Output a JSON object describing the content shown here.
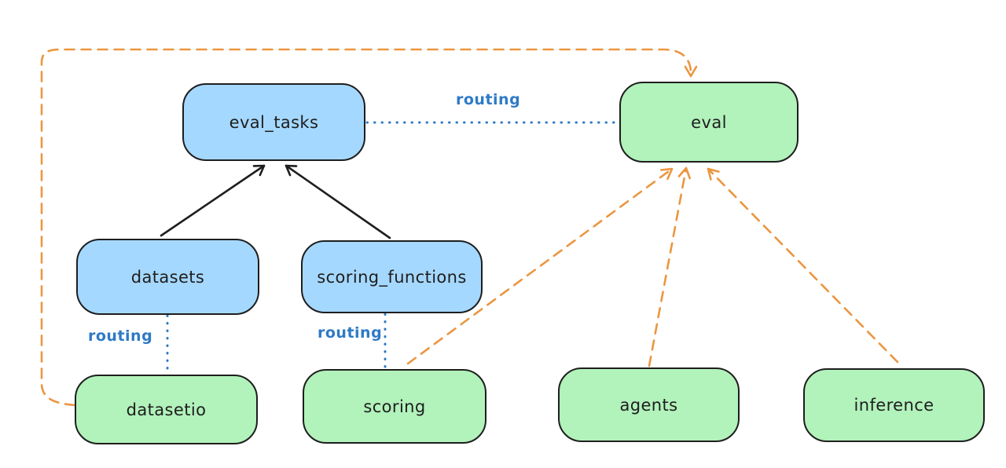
{
  "diagram": {
    "colors": {
      "canvas_bg": "#ffffff",
      "node_border": "#1e1e1e",
      "node_text": "#1e1e1e",
      "blue_fill": "#a5d8ff",
      "green_fill": "#b2f2bb",
      "black_arrow": "#1e1e1e",
      "routing_blue": "#2e7ac6",
      "orange_dashed": "#eb9640"
    },
    "nodes": {
      "eval_tasks": {
        "label": "eval_tasks",
        "color": "blue"
      },
      "eval": {
        "label": "eval",
        "color": "green"
      },
      "datasets": {
        "label": "datasets",
        "color": "blue"
      },
      "scoring_functions": {
        "label": "scoring_functions",
        "color": "blue"
      },
      "datasetio": {
        "label": "datasetio",
        "color": "green"
      },
      "scoring": {
        "label": "scoring",
        "color": "green"
      },
      "agents": {
        "label": "agents",
        "color": "green"
      },
      "inference": {
        "label": "inference",
        "color": "green"
      }
    },
    "edges": [
      {
        "from": "datasets",
        "to": "eval_tasks",
        "style": "solid-black-arrow",
        "label": ""
      },
      {
        "from": "scoring_functions",
        "to": "eval_tasks",
        "style": "solid-black-arrow",
        "label": ""
      },
      {
        "from": "eval_tasks",
        "to": "eval",
        "style": "dotted-blue",
        "label": "routing"
      },
      {
        "from": "datasets",
        "to": "datasetio",
        "style": "dotted-blue",
        "label": "routing"
      },
      {
        "from": "scoring_functions",
        "to": "scoring",
        "style": "dotted-blue",
        "label": "routing"
      },
      {
        "from": "datasetio",
        "to": "eval",
        "style": "dashed-orange-arrow",
        "label": ""
      },
      {
        "from": "scoring",
        "to": "eval",
        "style": "dashed-orange-arrow",
        "label": ""
      },
      {
        "from": "agents",
        "to": "eval",
        "style": "dashed-orange-arrow",
        "label": ""
      },
      {
        "from": "inference",
        "to": "eval",
        "style": "dashed-orange-arrow",
        "label": ""
      }
    ]
  }
}
